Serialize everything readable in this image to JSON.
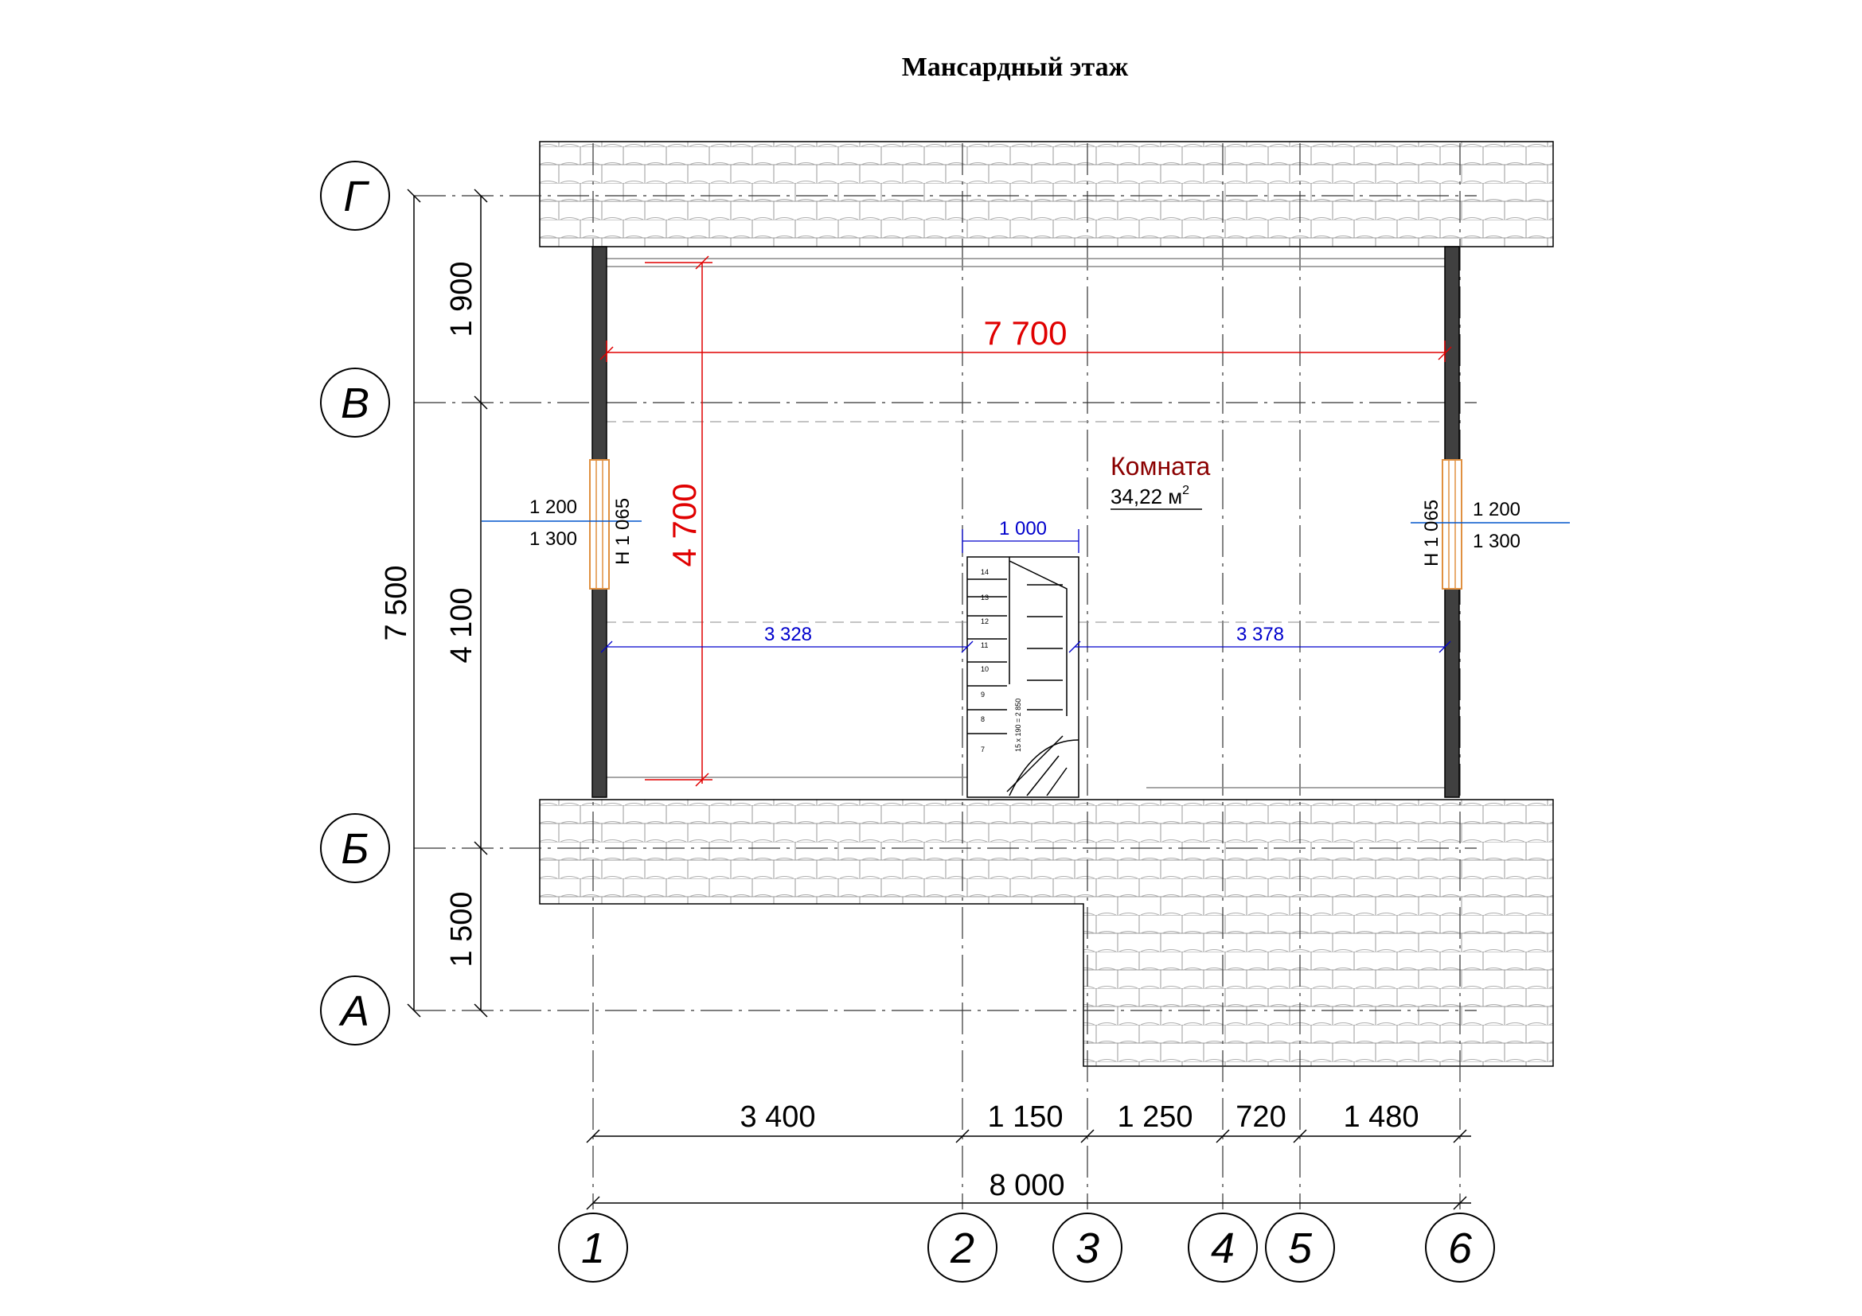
{
  "title": "Мансардный этаж",
  "room": {
    "name": "Комната",
    "area": "34,22 м",
    "area_sup": "2"
  },
  "axes": {
    "columns": [
      "1",
      "2",
      "3",
      "4",
      "5",
      "6"
    ],
    "rows": [
      "Г",
      "В",
      "Б",
      "А"
    ]
  },
  "dims": {
    "bottom_segments": [
      "3 400",
      "1 150",
      "1 250",
      "720",
      "1 480"
    ],
    "bottom_total": "8 000",
    "left_outer": "7 500",
    "left_segments": [
      "1 900",
      "4 100",
      "1 500"
    ],
    "room_width": "7 700",
    "room_height": "4 700",
    "left_clear": "3 328",
    "right_clear": "3 378",
    "stair_width": "1 000"
  },
  "windows": {
    "left": {
      "sill": "Н 1 065",
      "width": "1 200",
      "height": "1 300"
    },
    "right": {
      "sill": "Н 1 065",
      "width": "1 200",
      "height": "1 300"
    }
  },
  "stair": {
    "steps": [
      "14",
      "13",
      "12",
      "11",
      "10",
      "9",
      "8",
      "7"
    ],
    "spec": "15 x 190 = 2 850"
  },
  "colors": {
    "line": "#000000",
    "red_dim": "#e00000",
    "blue_dim": "#0000cc",
    "room_label": "#8b0000",
    "wall": "#404040",
    "window": "#f0b070"
  }
}
